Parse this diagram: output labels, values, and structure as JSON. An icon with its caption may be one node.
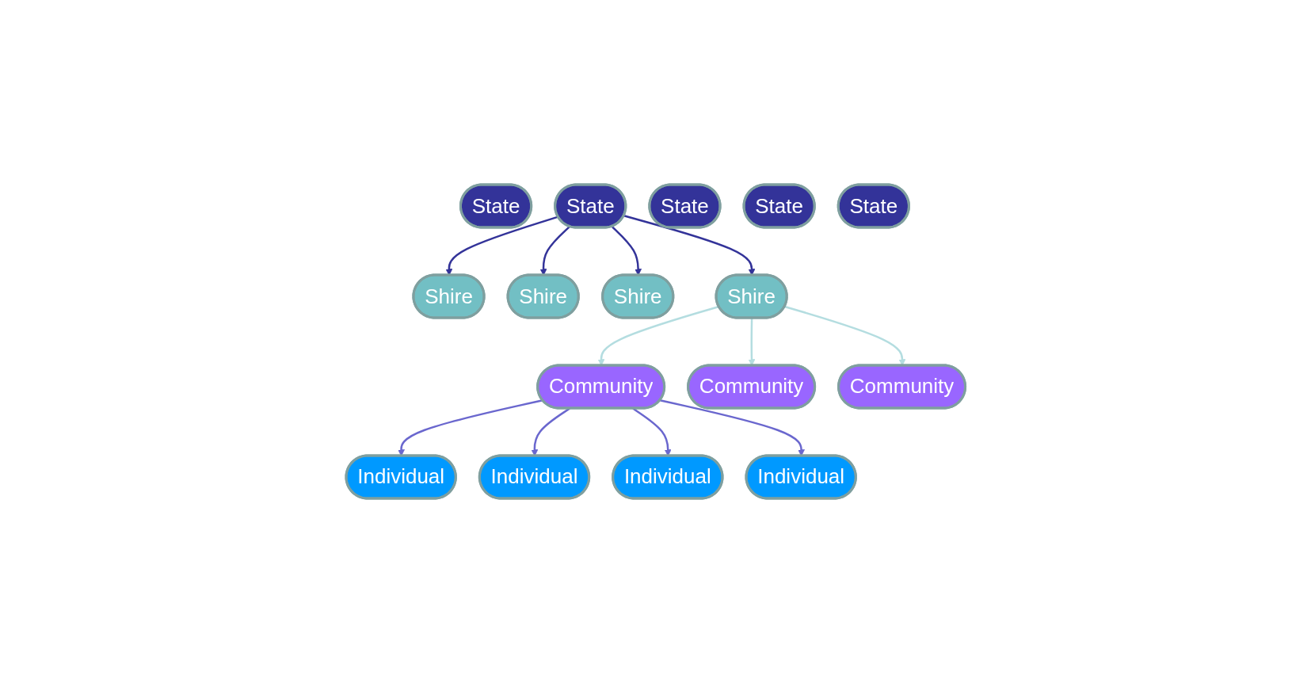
{
  "diagram": {
    "nodes": [
      {
        "text": [
          "State"
        ]
      },
      {
        "text": [
          "State"
        ]
      },
      {
        "text": [
          "State"
        ]
      },
      {
        "text": [
          "State"
        ]
      },
      {
        "text": [
          "State"
        ]
      },
      {
        "text": [
          "Shire"
        ]
      },
      {
        "text": [
          "Shire"
        ]
      },
      {
        "text": [
          "Shire"
        ]
      },
      {
        "text": [
          "Shire"
        ]
      },
      {
        "text": [
          "Community"
        ]
      },
      {
        "text": [
          "Community"
        ]
      },
      {
        "text": [
          "Community"
        ]
      },
      {
        "text": [
          "Individual"
        ]
      },
      {
        "text": [
          "Individual"
        ]
      },
      {
        "text": [
          "Individual"
        ]
      },
      {
        "text": [
          "Individual"
        ]
      }
    ],
    "edges": [
      {
        "from": 1,
        "to": 5,
        "arrow": "to",
        "color": "#333399"
      },
      {
        "from": 1,
        "to": 6,
        "arrow": "to",
        "color": "#333399"
      },
      {
        "from": 1,
        "to": 7,
        "arrow": "to",
        "color": "#333399"
      },
      {
        "from": 1,
        "to": 8,
        "arrow": "to",
        "color": "#333399"
      },
      {
        "from": 8,
        "to": 9,
        "arrow": "to",
        "color": "#b4dde0"
      },
      {
        "from": 8,
        "to": 10,
        "arrow": "to",
        "color": "#b4dde0"
      },
      {
        "from": 8,
        "to": 11,
        "arrow": "to",
        "color": "#b4dde0"
      },
      {
        "from": 9,
        "to": 12,
        "arrow": "to",
        "color": "#6a67ce"
      },
      {
        "from": 9,
        "to": 13,
        "arrow": "to",
        "color": "#6a67ce"
      },
      {
        "from": 9,
        "to": 14,
        "arrow": "to",
        "color": "#6a67ce"
      },
      {
        "from": 9,
        "to": 15,
        "arrow": "to",
        "color": "#6a67ce"
      }
    ]
  }
}
